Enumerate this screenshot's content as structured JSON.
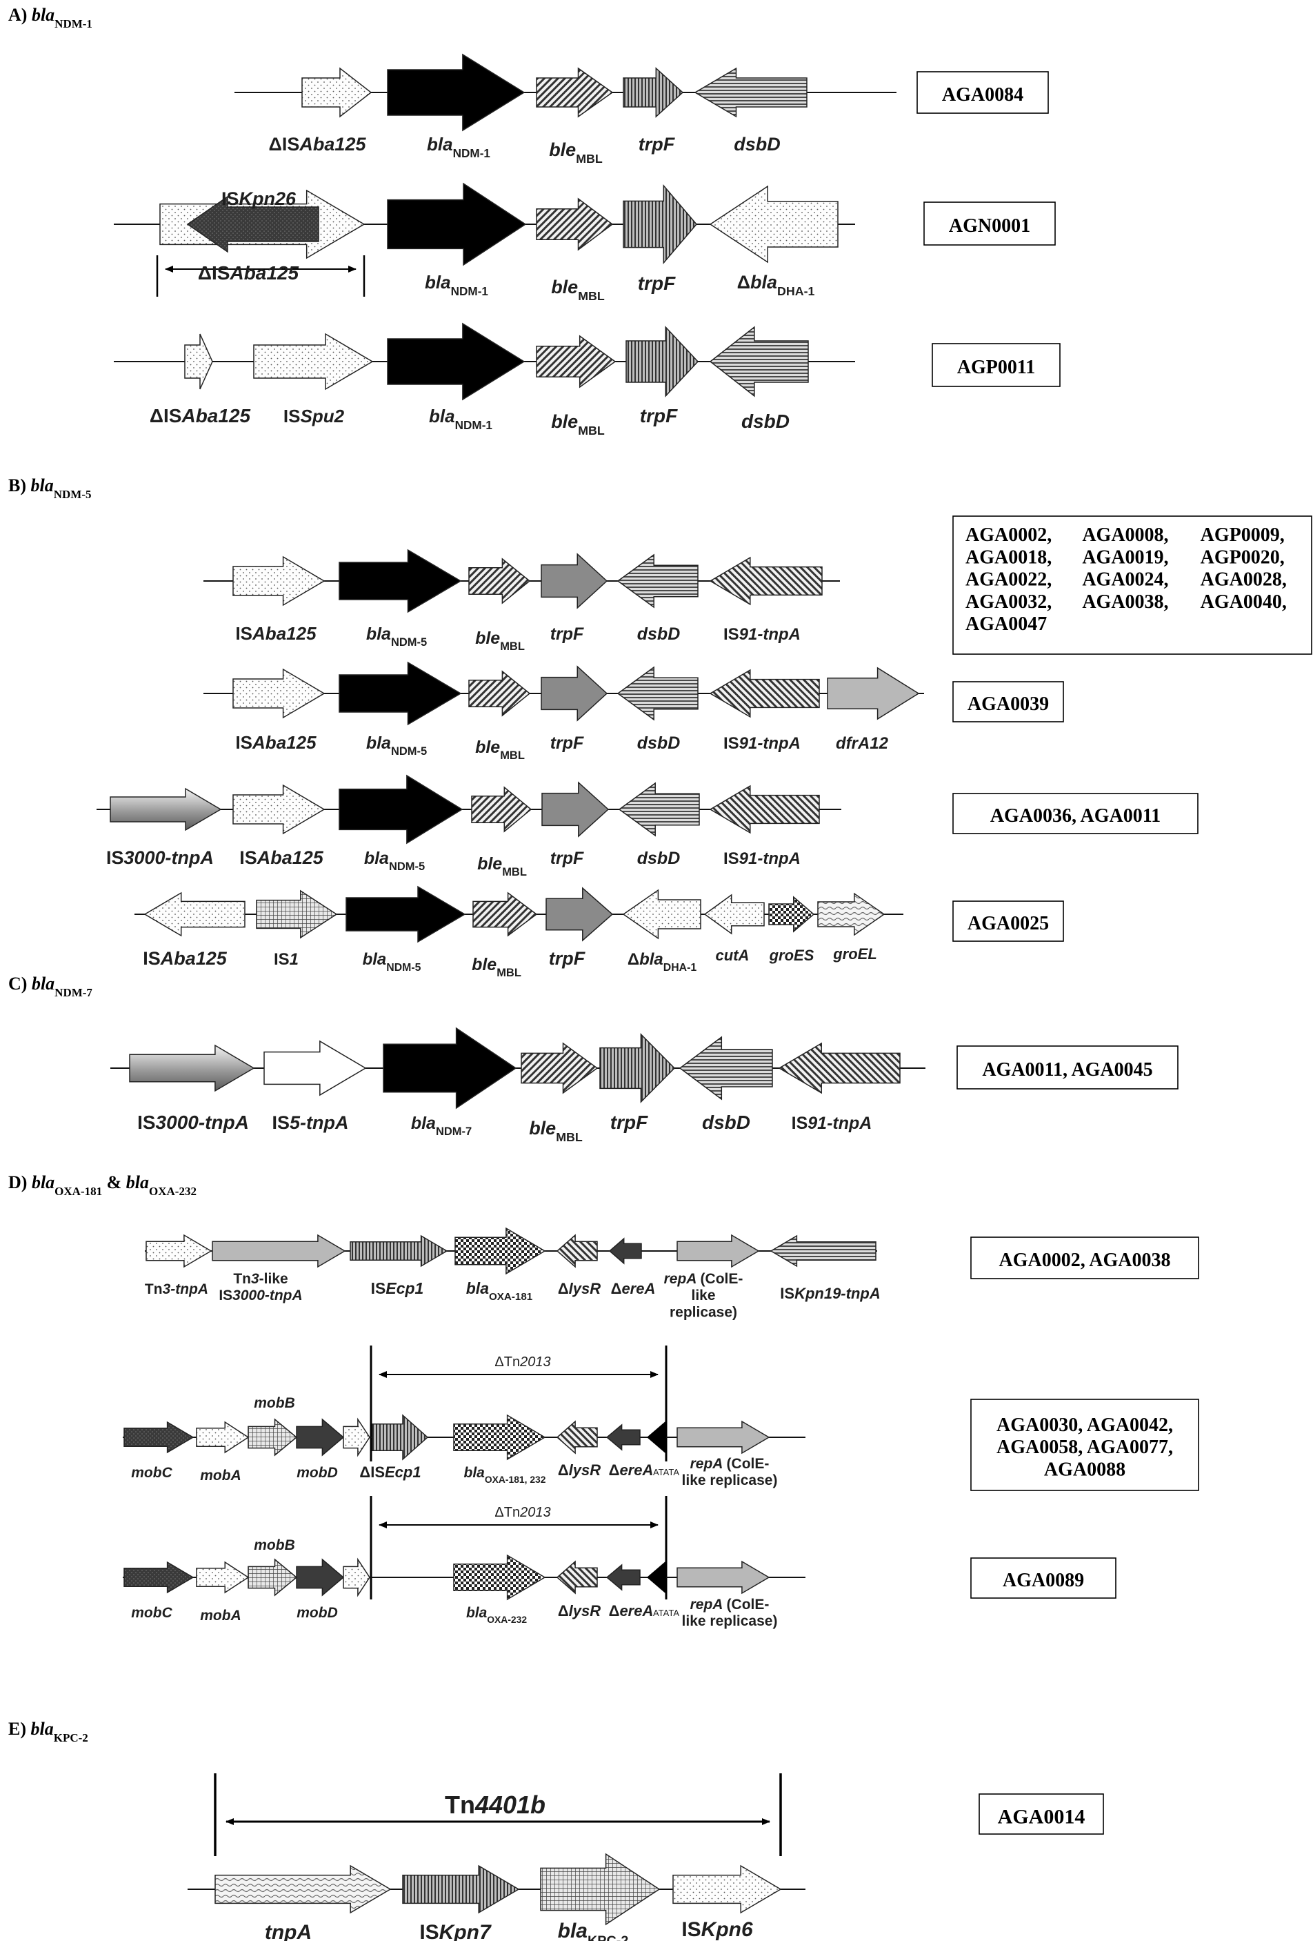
{
  "sections": [
    {
      "key": "A",
      "prefix": "A)",
      "gene": "bla",
      "sub": "NDM-1"
    },
    {
      "key": "B",
      "prefix": "B)",
      "gene": "bla",
      "sub": "NDM-5"
    },
    {
      "key": "C",
      "prefix": "C)",
      "gene": "bla",
      "sub": "NDM-7"
    },
    {
      "key": "D",
      "prefix": "D)",
      "gene": "bla",
      "sub": "OXA-181",
      "joiner": " & ",
      "gene2": "bla",
      "sub2": "OXA-232"
    },
    {
      "key": "E",
      "prefix": "E)",
      "gene": "bla",
      "sub": "KPC-2"
    }
  ],
  "isolates": {
    "a1": [
      "AGA0084"
    ],
    "a2": [
      "AGN0001"
    ],
    "a3": [
      "AGP0011"
    ],
    "b1": [
      "AGA0002,",
      "AGA0008,",
      "AGP0009,",
      "AGA0018,",
      "AGA0019,",
      "AGP0020,",
      "AGA0022,",
      "AGA0024,",
      "AGA0028,",
      "AGA0032,",
      "AGA0038,",
      "AGA0040,",
      "AGA0047"
    ],
    "b2": [
      "AGA0039"
    ],
    "b3": [
      "AGA0036, AGA0011"
    ],
    "b4": [
      "AGA0025"
    ],
    "c1": [
      "AGA0011, AGA0045"
    ],
    "d1": [
      "AGA0002, AGA0038"
    ],
    "d2": [
      "AGA0030, AGA0042,",
      "AGA0058, AGA0077,",
      "AGA0088"
    ],
    "d3": [
      "AGA0089"
    ],
    "e1": [
      "AGA0014"
    ]
  },
  "genes": {
    "a1": [
      "ΔISAba125",
      "blaNDM-1",
      "bleMBL",
      "trpF",
      "dsbD"
    ],
    "a2": [
      "ISKpn26",
      "ΔISAba125",
      "blaNDM-1",
      "bleMBL",
      "trpF",
      "ΔblaDHA-1"
    ],
    "a3": [
      "ΔISAba125",
      "ISSpu2",
      "blaNDM-1",
      "bleMBL",
      "trpF",
      "dsbD"
    ],
    "b1": [
      "ISAba125",
      "blaNDM-5",
      "bleMBL",
      "trpF",
      "dsbD",
      "IS91-tnpA"
    ],
    "b2": [
      "ISAba125",
      "blaNDM-5",
      "bleMBL",
      "trpF",
      "dsbD",
      "IS91-tnpA",
      "dfrA12"
    ],
    "b3": [
      "IS3000-tnpA",
      "ISAba125",
      "blaNDM-5",
      "bleMBL",
      "trpF",
      "dsbD",
      "IS91-tnpA"
    ],
    "b4": [
      "ISAba125",
      "IS1",
      "blaNDM-5",
      "bleMBL",
      "trpF",
      "ΔblaDHA-1",
      "cutA",
      "groES",
      "groEL"
    ],
    "c1": [
      "IS3000-tnpA",
      "IS5-tnpA",
      "blaNDM-7",
      "bleMBL",
      "trpF",
      "dsbD",
      "IS91-tnpA"
    ],
    "d1": [
      "Tn3-tnpA",
      "Tn3-like IS3000-tnpA",
      "ISEcp1",
      "blaOXA-181",
      "ΔlysR",
      "ΔereA",
      "repA (ColE-like replicase)",
      "ISKpn19-tnpA"
    ],
    "d2": [
      "mobC",
      "mobA",
      "mobB",
      "mobD",
      "ΔISEcp1",
      "blaOXA-181, 232",
      "ΔlysR",
      "ΔereA",
      "ATATA",
      "repA (ColE-like replicase)"
    ],
    "d3": [
      "mobC",
      "mobA",
      "mobB",
      "mobD",
      "blaOXA-232",
      "ΔlysR",
      "ΔereA",
      "ATATA",
      "repA (ColE-like replicase)"
    ],
    "e1": [
      "tnpA",
      "ISKpn7",
      "blaKPC-2",
      "ISKpn6"
    ]
  },
  "spans": {
    "d2": "ΔTn2013",
    "d3": "ΔTn2013",
    "e1": "Tn4401b"
  }
}
